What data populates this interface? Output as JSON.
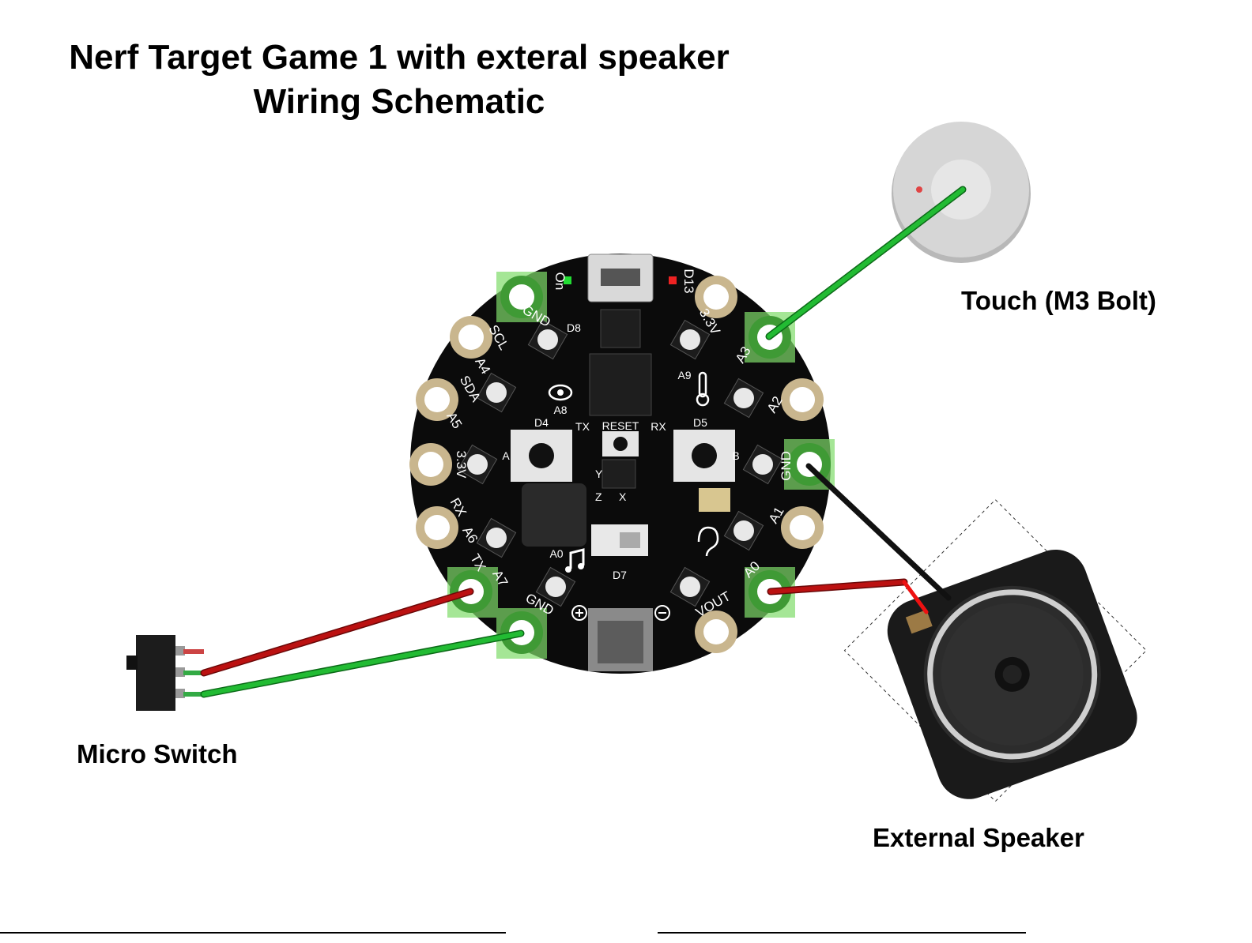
{
  "title": {
    "line1": "Nerf Target Game 1 with exteral speaker",
    "line2": "Wiring Schematic"
  },
  "labels": {
    "touch": "Touch (M3 Bolt)",
    "switch": "Micro Switch",
    "speaker": "External Speaker"
  },
  "board": {
    "pads": [
      "On",
      "D13",
      "3.3V",
      "A3",
      "A2",
      "GND",
      "A1",
      "A0",
      "VOUT",
      "GND",
      "A7",
      "TX",
      "A6",
      "RX",
      "3.3V",
      "A5",
      "SDA",
      "A4",
      "SCL",
      "GND"
    ],
    "marks": {
      "d4": "D4",
      "d5": "D5",
      "tx": "TX",
      "rx": "RX",
      "reset": "RESET",
      "a8": "A8",
      "a9": "A9",
      "d8": "D8",
      "d7": "D7",
      "a0": "A0",
      "btn_a": "A",
      "btn_b": "B",
      "x": "X",
      "y": "Y",
      "z": "Z"
    }
  },
  "colors": {
    "green_wire": "#22bb33",
    "red_wire": "#bb1111",
    "black_wire": "#111111",
    "board": "#0b0b0b",
    "pad": "#c9b68e",
    "highlight": "#7fdc6a"
  },
  "icons": [
    "eye-icon",
    "thermometer-icon",
    "ear-icon",
    "music-note-icon",
    "plus-icon",
    "minus-icon"
  ]
}
